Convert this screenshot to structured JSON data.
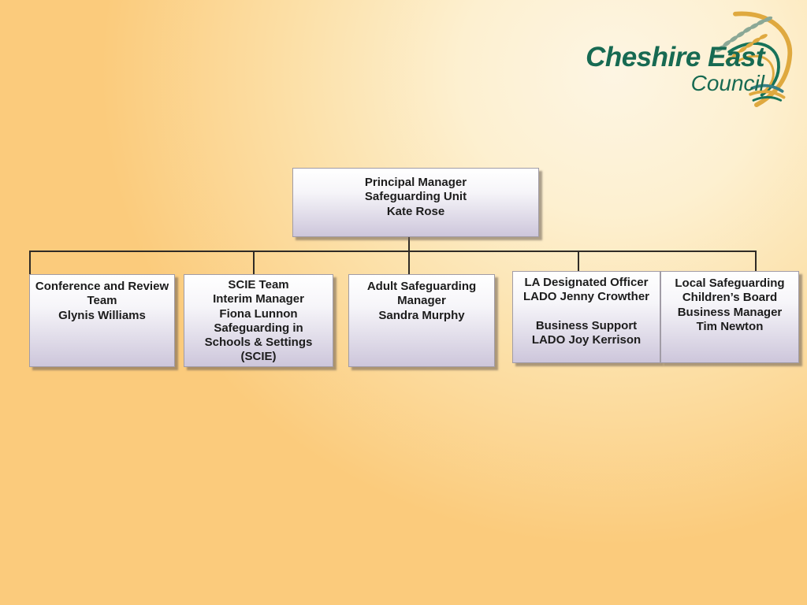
{
  "logo": {
    "line1": "Cheshire East",
    "line2": "Council"
  },
  "org_chart": {
    "root": {
      "name": "principal-manager-safeguarding-unit",
      "lines": [
        "Principal Manager",
        "Safeguarding Unit",
        "Kate Rose"
      ]
    },
    "children": [
      {
        "name": "conference-and-review-team",
        "lines": [
          "Conference and Review",
          "Team",
          "Glynis Williams"
        ]
      },
      {
        "name": "scie-team",
        "lines": [
          "SCIE Team",
          "Interim Manager",
          "Fiona Lunnon",
          "Safeguarding in",
          "Schools & Settings",
          "(SCIE)"
        ]
      },
      {
        "name": "adult-safeguarding-manager",
        "lines": [
          "Adult Safeguarding",
          "Manager",
          "Sandra Murphy"
        ]
      },
      {
        "name": "la-designated-officer",
        "lines": [
          "LA Designated Officer",
          "LADO Jenny Crowther",
          "",
          "Business Support",
          "LADO Joy Kerrison"
        ]
      },
      {
        "name": "local-safeguarding-childrens-board",
        "lines": [
          "Local Safeguarding",
          "Children’s Board",
          "Business Manager",
          "Tim Newton"
        ]
      }
    ]
  },
  "colors": {
    "background_orange": "#fbcb7c",
    "background_cream": "#fdf5e3",
    "box_fill_top": "#ffffff",
    "box_fill_bottom": "#cdc6db",
    "box_border": "#a19ca6",
    "box_text": "#1c1c1c",
    "connector": "#2f2b26",
    "logo_green": "#176a52",
    "wheat_gold": "#dfa93f",
    "wheat_sage": "#8ba896",
    "wheat_teal": "#367f86"
  }
}
